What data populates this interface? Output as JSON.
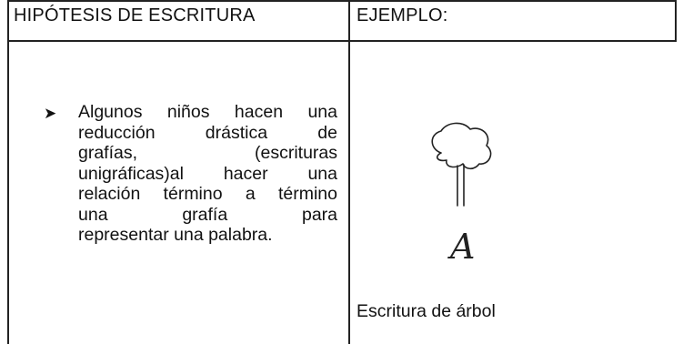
{
  "table": {
    "header_left": "HIPÓTESIS DE ESCRITURA",
    "header_right": "EJEMPLO:"
  },
  "hypothesis": {
    "bullet_icon": "arrow-bullet-icon",
    "lines": [
      "Algunos niños hacen una",
      "reducción drástica de",
      "grafías, (escrituras",
      "unigráficas)al hacer una",
      "relación término a término",
      "una grafía para",
      "representar una palabra."
    ]
  },
  "example": {
    "drawing_icon": "handwritten-tree-with-letter-a",
    "drawing_letter": "A",
    "caption": "Escritura de árbol"
  }
}
